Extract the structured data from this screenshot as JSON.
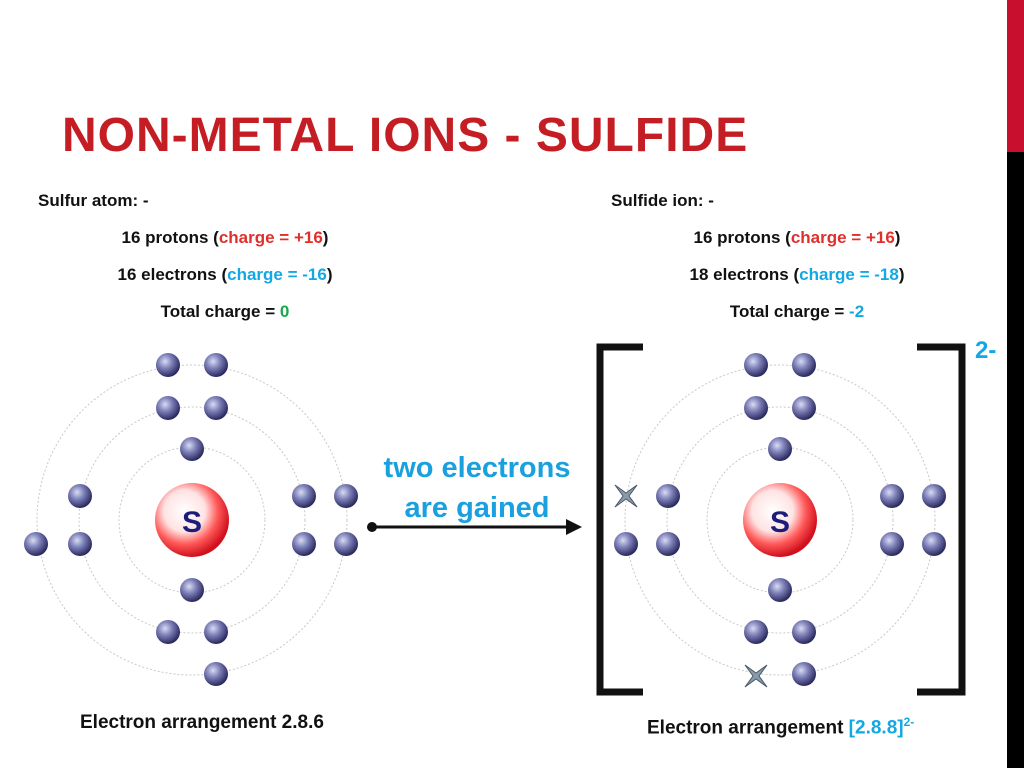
{
  "slide": {
    "title": "NON-METAL IONS - SULFIDE"
  },
  "atom": {
    "heading": "Sulfur atom: -",
    "protons_text": "16 protons (",
    "protons_charge": "charge = +16",
    "electrons_text": "16 electrons (",
    "electrons_charge": "charge = -16",
    "close_paren": ")",
    "total_text": "Total charge = ",
    "total_value": "0",
    "nucleus_symbol": "S",
    "arrangement": "Electron arrangement 2.8.6"
  },
  "ion": {
    "heading": "Sulfide ion: -",
    "protons_text": "16 protons (",
    "protons_charge": "charge = +16",
    "electrons_text": "18 electrons (",
    "electrons_charge": "charge = -18",
    "close_paren": ")",
    "total_text": "Total charge = ",
    "total_value": "-2",
    "nucleus_symbol": "S",
    "charge_label": "2-",
    "arrangement_text": "Electron arrangement ",
    "arrangement_value": "[2.8.8]",
    "arrangement_sup": "2-"
  },
  "arrow": {
    "line1": "two electrons",
    "line2": "are gained"
  },
  "colors": {
    "title": "#c41e24",
    "positive_charge": "#e0302c",
    "negative_charge": "#12a8e4",
    "zero_charge": "#1aa84a",
    "nucleus": "#e8202a",
    "electron": "#4a4a8a"
  },
  "icons": {
    "electron": "electron-dot",
    "gained_electron": "cross-icon"
  }
}
